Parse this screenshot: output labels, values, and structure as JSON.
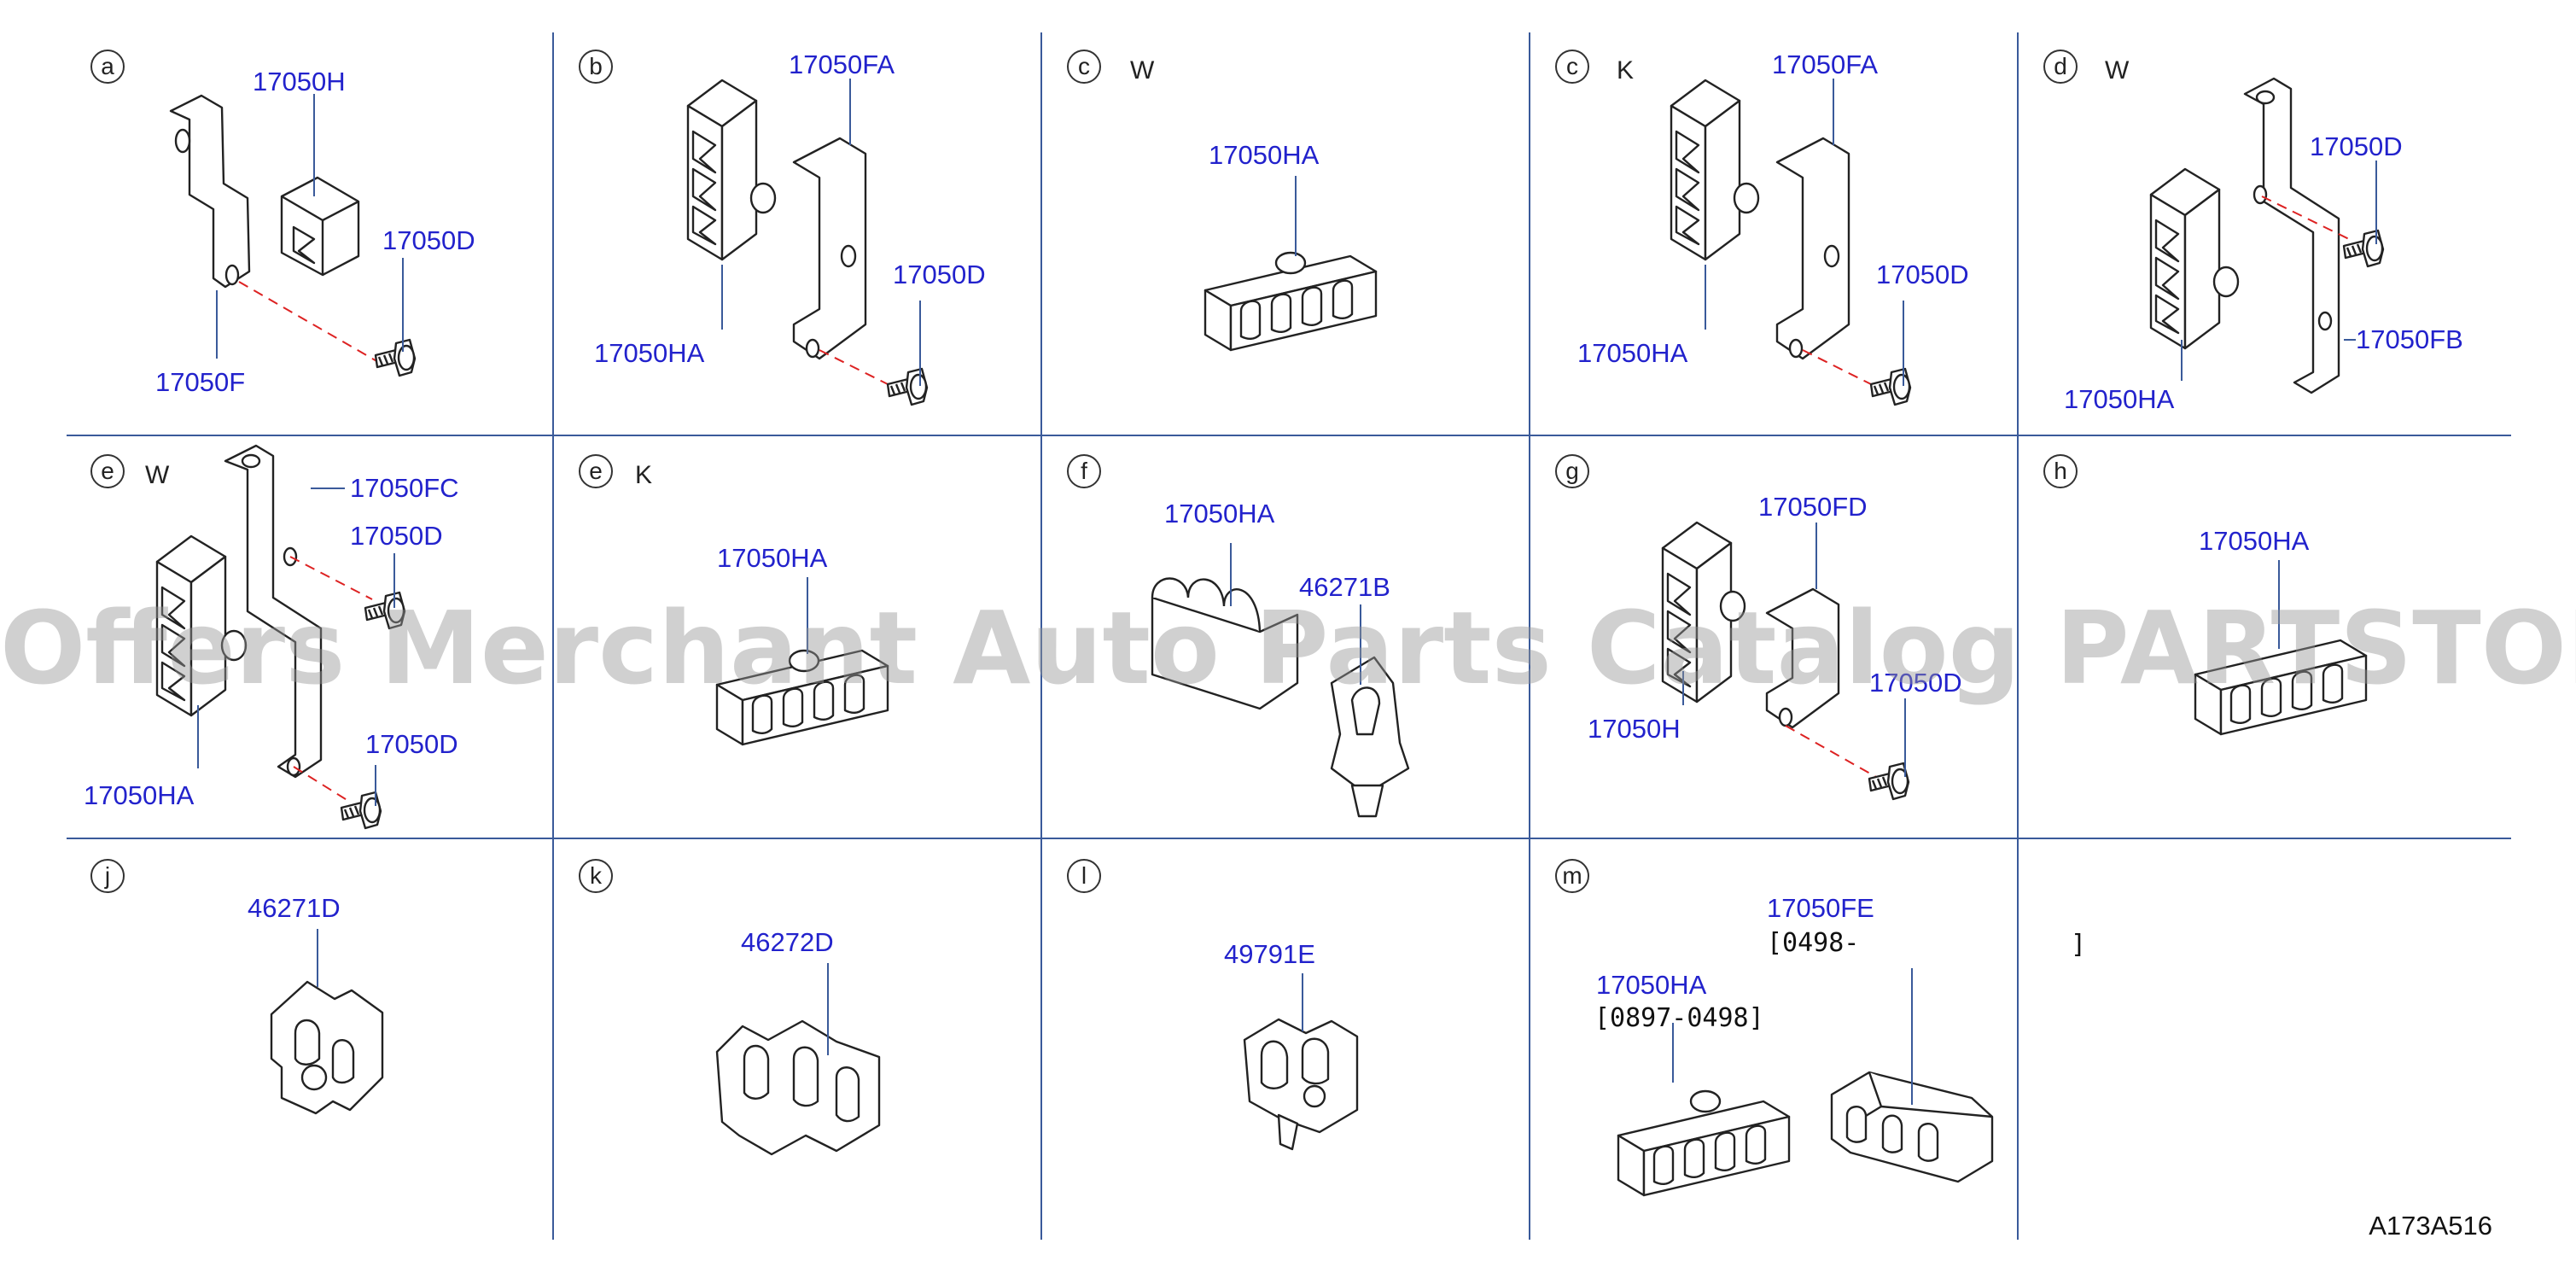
{
  "cells": [
    {
      "letter": "a",
      "variant": "",
      "parts": [
        "17050H",
        "17050D",
        "17050F"
      ],
      "brackets": []
    },
    {
      "letter": "b",
      "variant": "",
      "parts": [
        "17050FA",
        "17050D",
        "17050HA"
      ],
      "brackets": []
    },
    {
      "letter": "c",
      "variant": "W",
      "parts": [
        "17050HA"
      ],
      "brackets": []
    },
    {
      "letter": "c",
      "variant": "K",
      "parts": [
        "17050FA",
        "17050D",
        "17050HA"
      ],
      "brackets": []
    },
    {
      "letter": "d",
      "variant": "W",
      "parts": [
        "17050D",
        "17050FB",
        "17050HA"
      ],
      "brackets": []
    },
    {
      "letter": "e",
      "variant": "W",
      "parts": [
        "17050FC",
        "17050D",
        "17050D",
        "17050HA"
      ],
      "brackets": []
    },
    {
      "letter": "e",
      "variant": "K",
      "parts": [
        "17050HA"
      ],
      "brackets": []
    },
    {
      "letter": "f",
      "variant": "",
      "parts": [
        "17050HA",
        "46271B"
      ],
      "brackets": []
    },
    {
      "letter": "g",
      "variant": "",
      "parts": [
        "17050FD",
        "17050D",
        "17050H"
      ],
      "brackets": []
    },
    {
      "letter": "h",
      "variant": "",
      "parts": [
        "17050HA"
      ],
      "brackets": []
    },
    {
      "letter": "j",
      "variant": "",
      "parts": [
        "46271D"
      ],
      "brackets": []
    },
    {
      "letter": "k",
      "variant": "",
      "parts": [
        "46272D"
      ],
      "brackets": []
    },
    {
      "letter": "l",
      "variant": "",
      "parts": [
        "49791E"
      ],
      "brackets": []
    },
    {
      "letter": "m",
      "variant": "",
      "parts": [
        "17050FE",
        "17050HA"
      ],
      "brackets": [
        "[0498-",
        "[0897-0498]"
      ]
    },
    {
      "letter": "",
      "variant": "",
      "parts": [],
      "brackets": [
        "]"
      ]
    }
  ],
  "watermark": "Offers Merchant Auto Parts Catalog PARTSTORE.SA",
  "diagram_code": "A173A516",
  "colors": {
    "part_label": "#2222cc",
    "grid_line": "#3a5a9a",
    "dash": "#dd2222",
    "line": "#222222"
  }
}
